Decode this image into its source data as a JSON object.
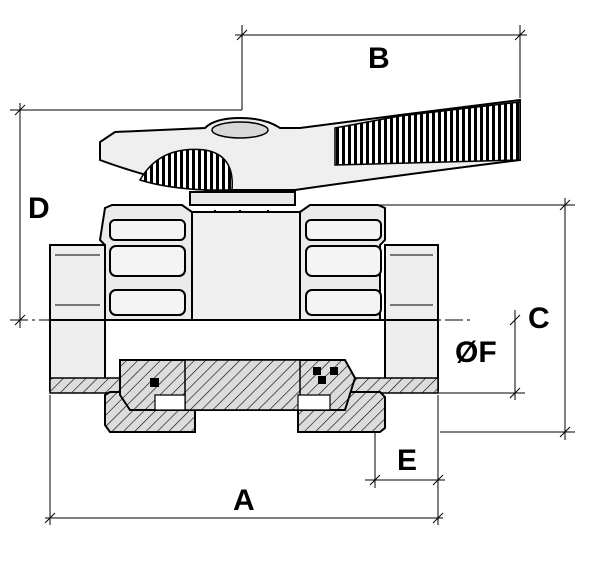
{
  "dimensions": {
    "A": "A",
    "B": "B",
    "C": "C",
    "D": "D",
    "E": "E",
    "F": "ØF"
  },
  "colors": {
    "line": "#000000",
    "body_fill": "#e6e6e6",
    "section_fill": "#d9d9d9",
    "hatch": "#000000",
    "background": "#ffffff"
  }
}
